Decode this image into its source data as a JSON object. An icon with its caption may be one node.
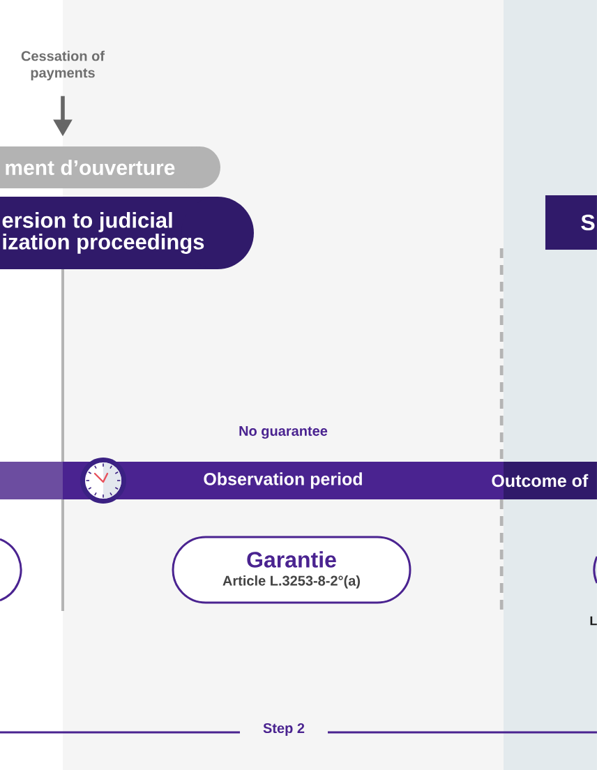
{
  "diagram": {
    "nodes": [
      {
        "text": [
          "Cessation of payments"
        ]
      },
      {
        "text": [
          "ment d’ouverture"
        ]
      },
      {
        "text": [
          "ersion to judicial ization proceedings"
        ]
      },
      {
        "text": [
          "S"
        ]
      },
      {
        "text": [
          "Observation period"
        ]
      },
      {
        "text": [
          "Outcome of"
        ]
      },
      {
        "text": [],
        "shape": "box"
      },
      {
        "text": [
          "Garantie",
          "Article L.3253-8-2°(a)"
        ]
      },
      {
        "text": [],
        "shape": "box"
      }
    ],
    "edges": [
      {
        "from": 0,
        "to": 1,
        "arrow": "to"
      }
    ],
    "labels": [
      "No guarantee",
      "L",
      "Step 2"
    ]
  }
}
